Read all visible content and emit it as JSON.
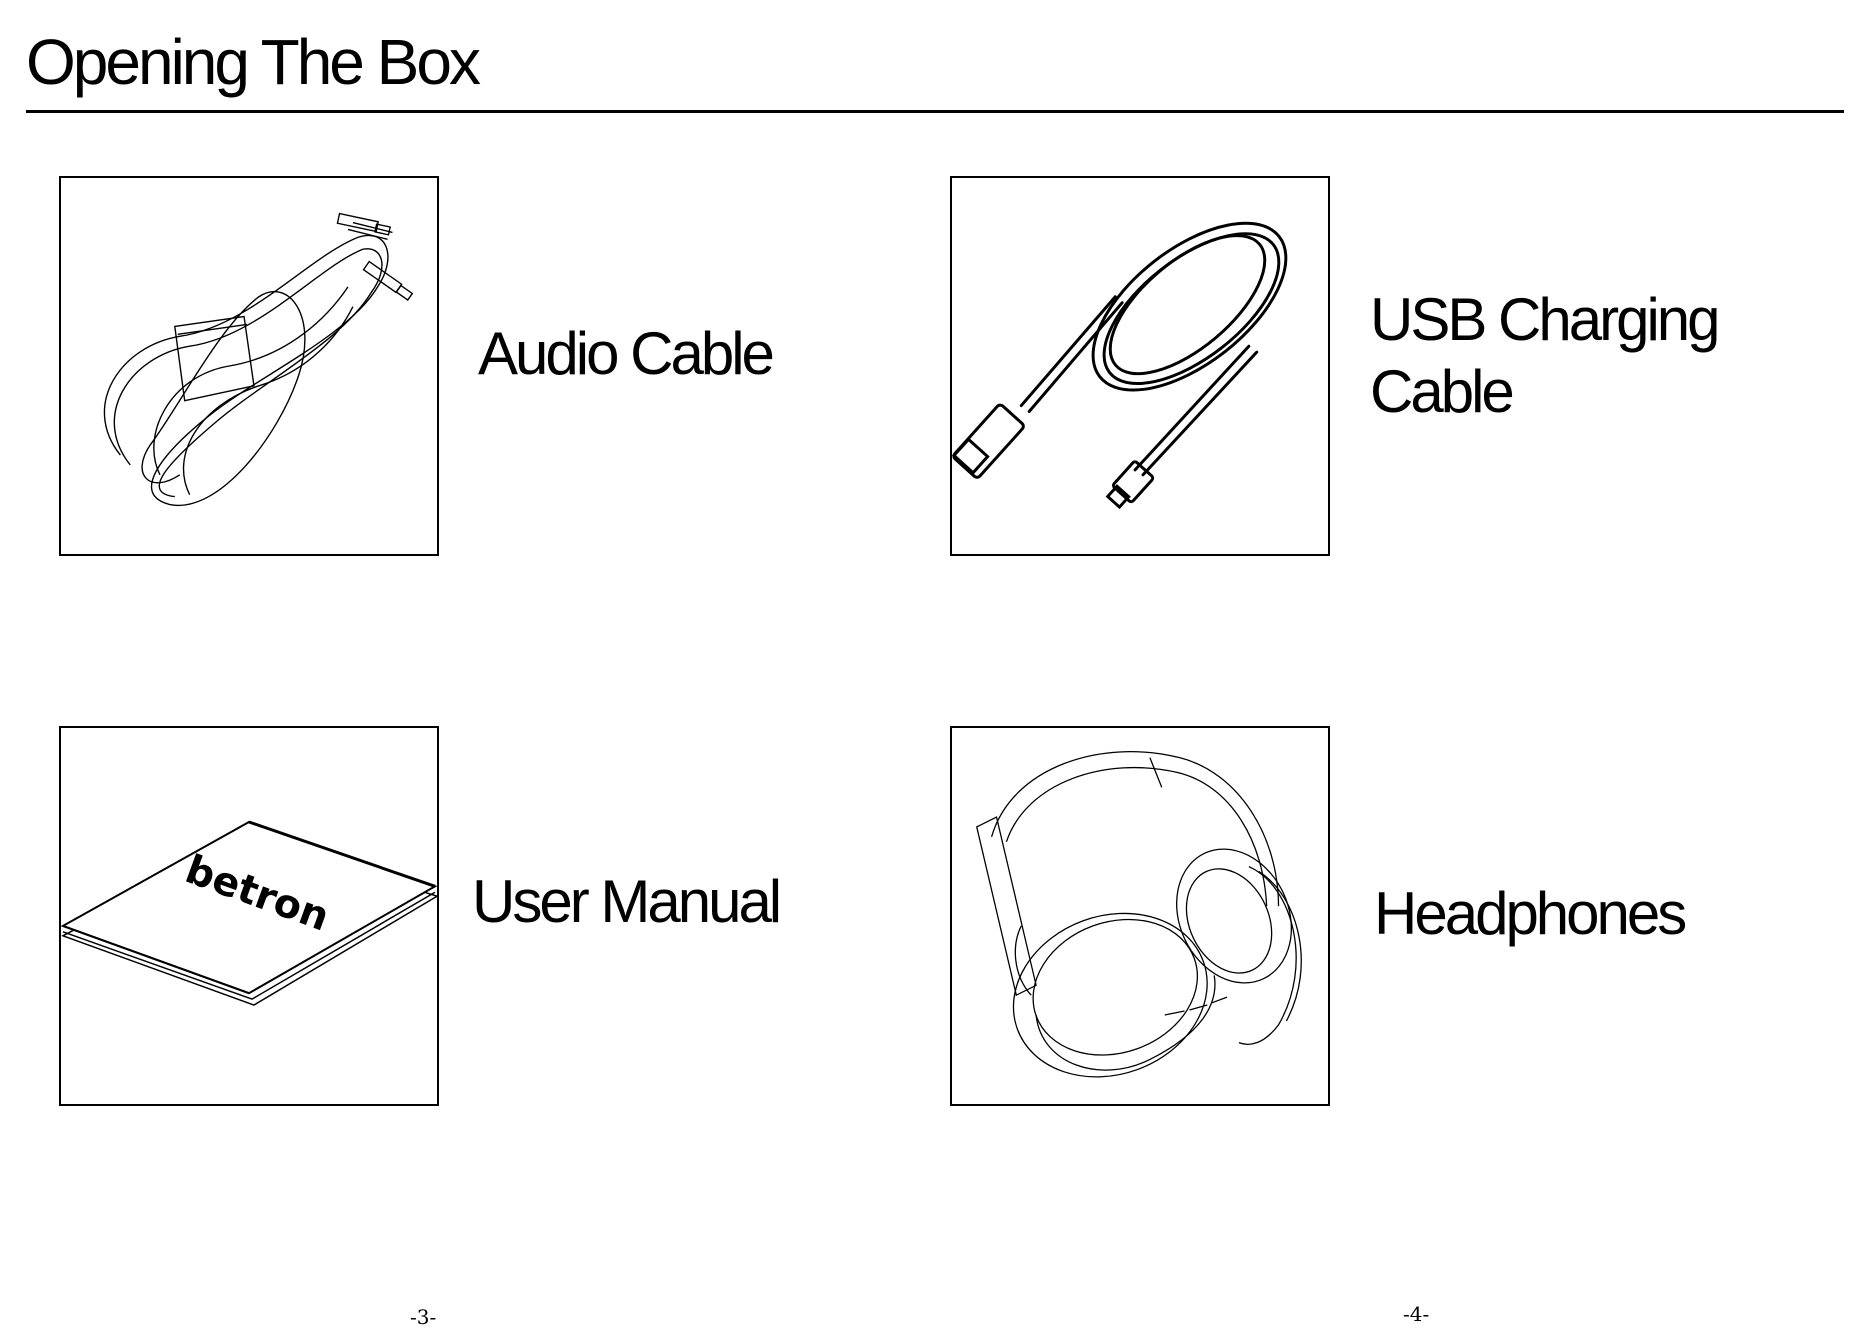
{
  "page": {
    "title": "Opening The Box"
  },
  "items": [
    {
      "label": "Audio Cable",
      "illustration": "audio-cable-illustration"
    },
    {
      "label": "USB  Charging Cable",
      "illustration": "usb-cable-illustration"
    },
    {
      "label": "User Manual",
      "illustration": "user-manual-illustration",
      "cover_text": "betron"
    },
    {
      "label": "Headphones",
      "illustration": "headphones-illustration"
    }
  ],
  "page_numbers": {
    "left": "-3-",
    "right": "-4-"
  }
}
